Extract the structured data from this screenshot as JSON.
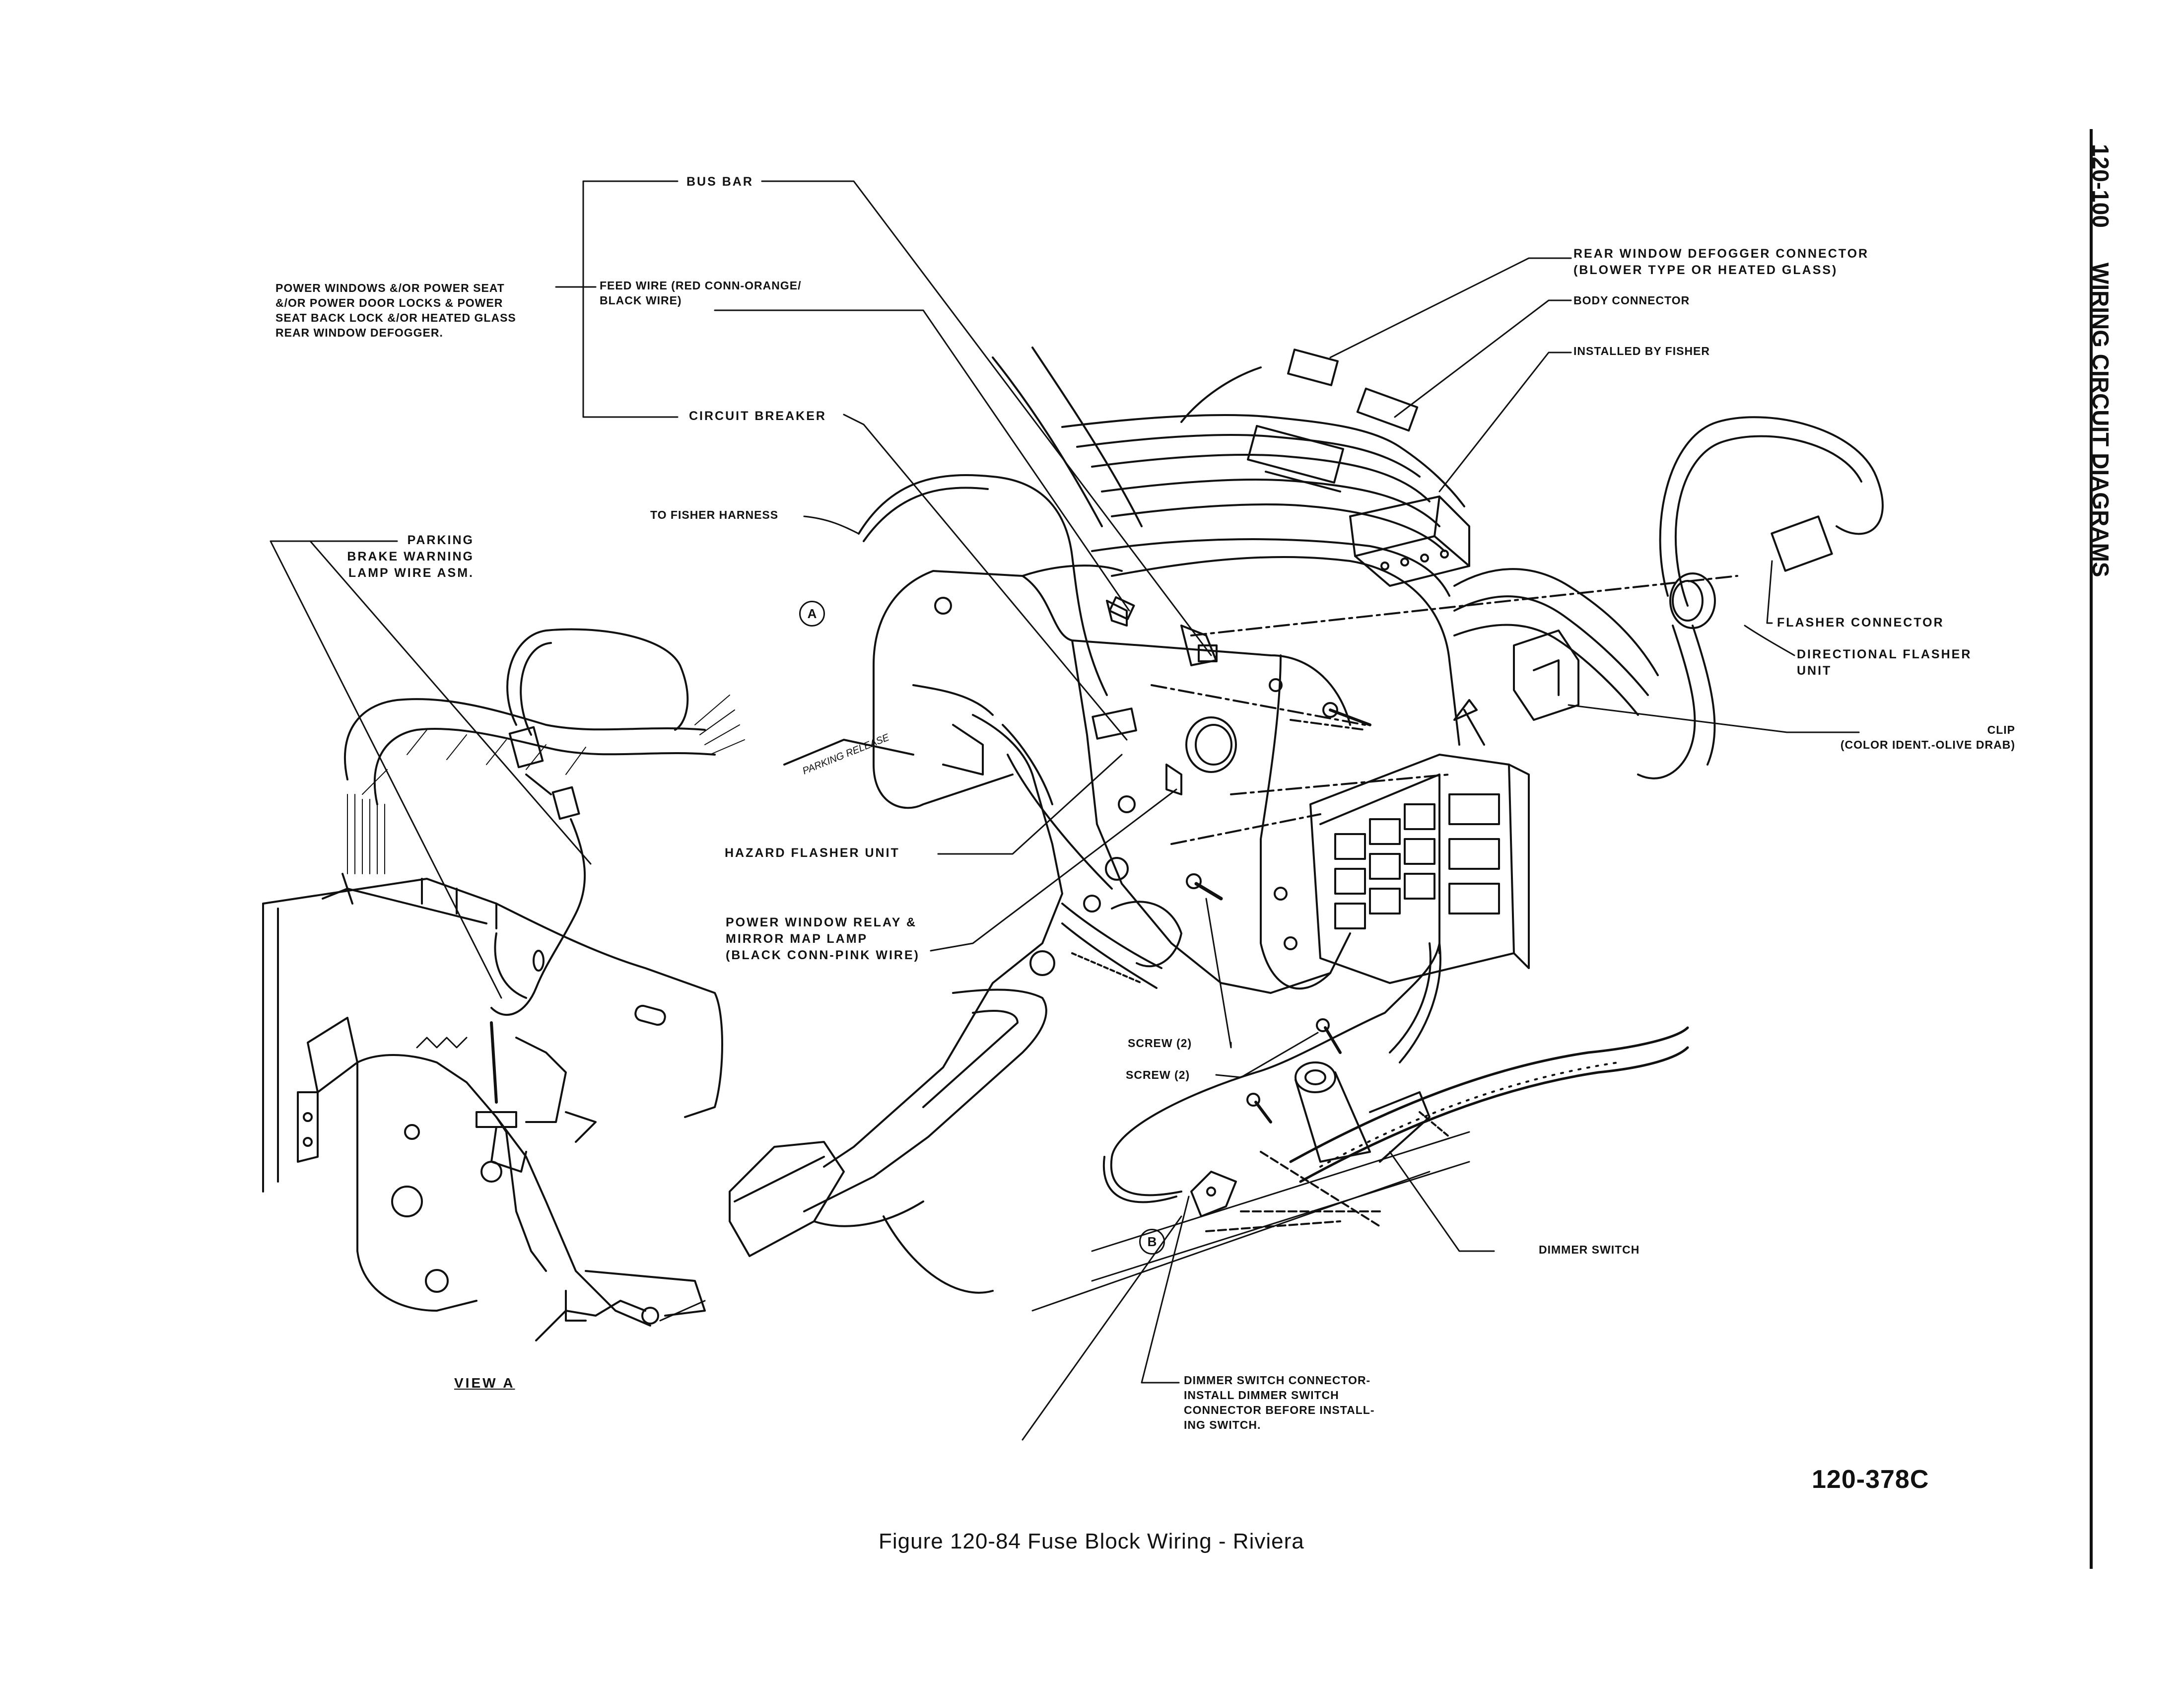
{
  "header": {
    "section_number": "120-100",
    "section_title": "WIRING CIRCUIT DIAGRAMS"
  },
  "figure": {
    "caption": "Figure 120-84 Fuse Block Wiring - Riviera",
    "illustration_code": "120-378C",
    "view_label": "VIEW A",
    "callout_a": "A",
    "callout_b": "B"
  },
  "labels": {
    "bus_bar": "BUS BAR",
    "power_windows_note": "POWER WINDOWS &/OR POWER SEAT\n&/OR POWER DOOR LOCKS & POWER\nSEAT BACK LOCK &/OR HEATED GLASS\nREAR WINDOW DEFOGGER.",
    "feed_wire": "FEED WIRE (RED CONN-ORANGE/\nBLACK WIRE)",
    "circuit_breaker": "CIRCUIT BREAKER",
    "to_fisher_harness": "TO FISHER HARNESS",
    "parking_brake": "PARKING\nBRAKE WARNING\nLAMP WIRE ASM.",
    "rear_window_defogger": "REAR WINDOW DEFOGGER CONNECTOR\n(BLOWER TYPE OR HEATED GLASS)",
    "body_connector": "BODY CONNECTOR",
    "installed_by_fisher": "INSTALLED BY FISHER",
    "flasher_connector": "FLASHER CONNECTOR",
    "directional_flasher": "DIRECTIONAL FLASHER\nUNIT",
    "clip": "CLIP\n(COLOR IDENT.-OLIVE DRAB)",
    "hazard_flasher": "HAZARD FLASHER UNIT",
    "power_window_relay": "POWER WINDOW RELAY &\nMIRROR MAP LAMP\n(BLACK CONN-PINK WIRE)",
    "screw_1": "SCREW (2)",
    "screw_2": "SCREW (2)",
    "dimmer_switch": "DIMMER SWITCH",
    "dimmer_connector": "DIMMER SWITCH CONNECTOR-\nINSTALL DIMMER SWITCH\nCONNECTOR BEFORE INSTALL-\nING SWITCH."
  }
}
